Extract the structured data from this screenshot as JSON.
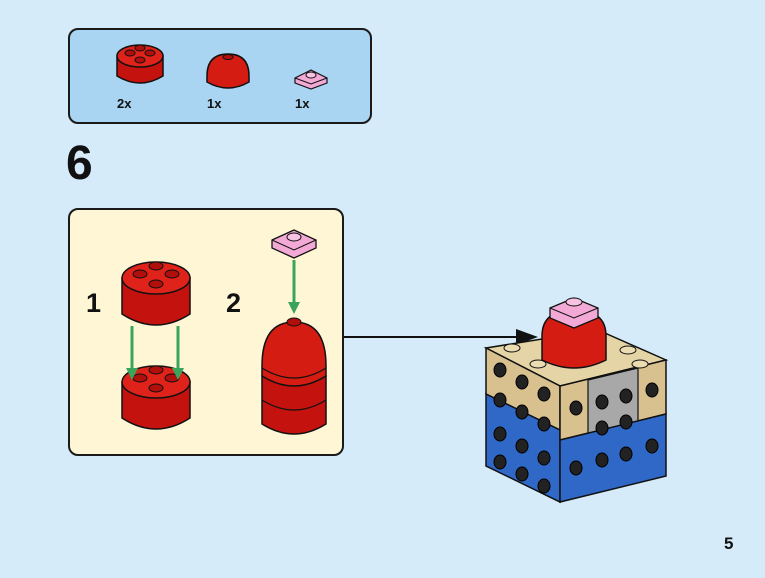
{
  "parts_list": {
    "items": [
      {
        "name": "red-round-brick-2x2",
        "quantity": "2x",
        "color": "#d41c13"
      },
      {
        "name": "red-dome-2x2",
        "quantity": "1x",
        "color": "#d41c13"
      },
      {
        "name": "pink-plate-1x1",
        "quantity": "1x",
        "color": "#f3a9d6"
      }
    ]
  },
  "step": {
    "number": "6",
    "substeps": [
      {
        "number": "1"
      },
      {
        "number": "2"
      }
    ]
  },
  "page": {
    "number": "5"
  },
  "colors": {
    "background": "#d6ebfa",
    "parts_box": "#a9d4f2",
    "substep_box": "#fef6d4",
    "red": "#d41c13",
    "pink": "#f3a9d6",
    "tan": "#d9c18f",
    "blue": "#2f68c6",
    "gray": "#a8a8a8",
    "arrow_green": "#3aa55a"
  }
}
